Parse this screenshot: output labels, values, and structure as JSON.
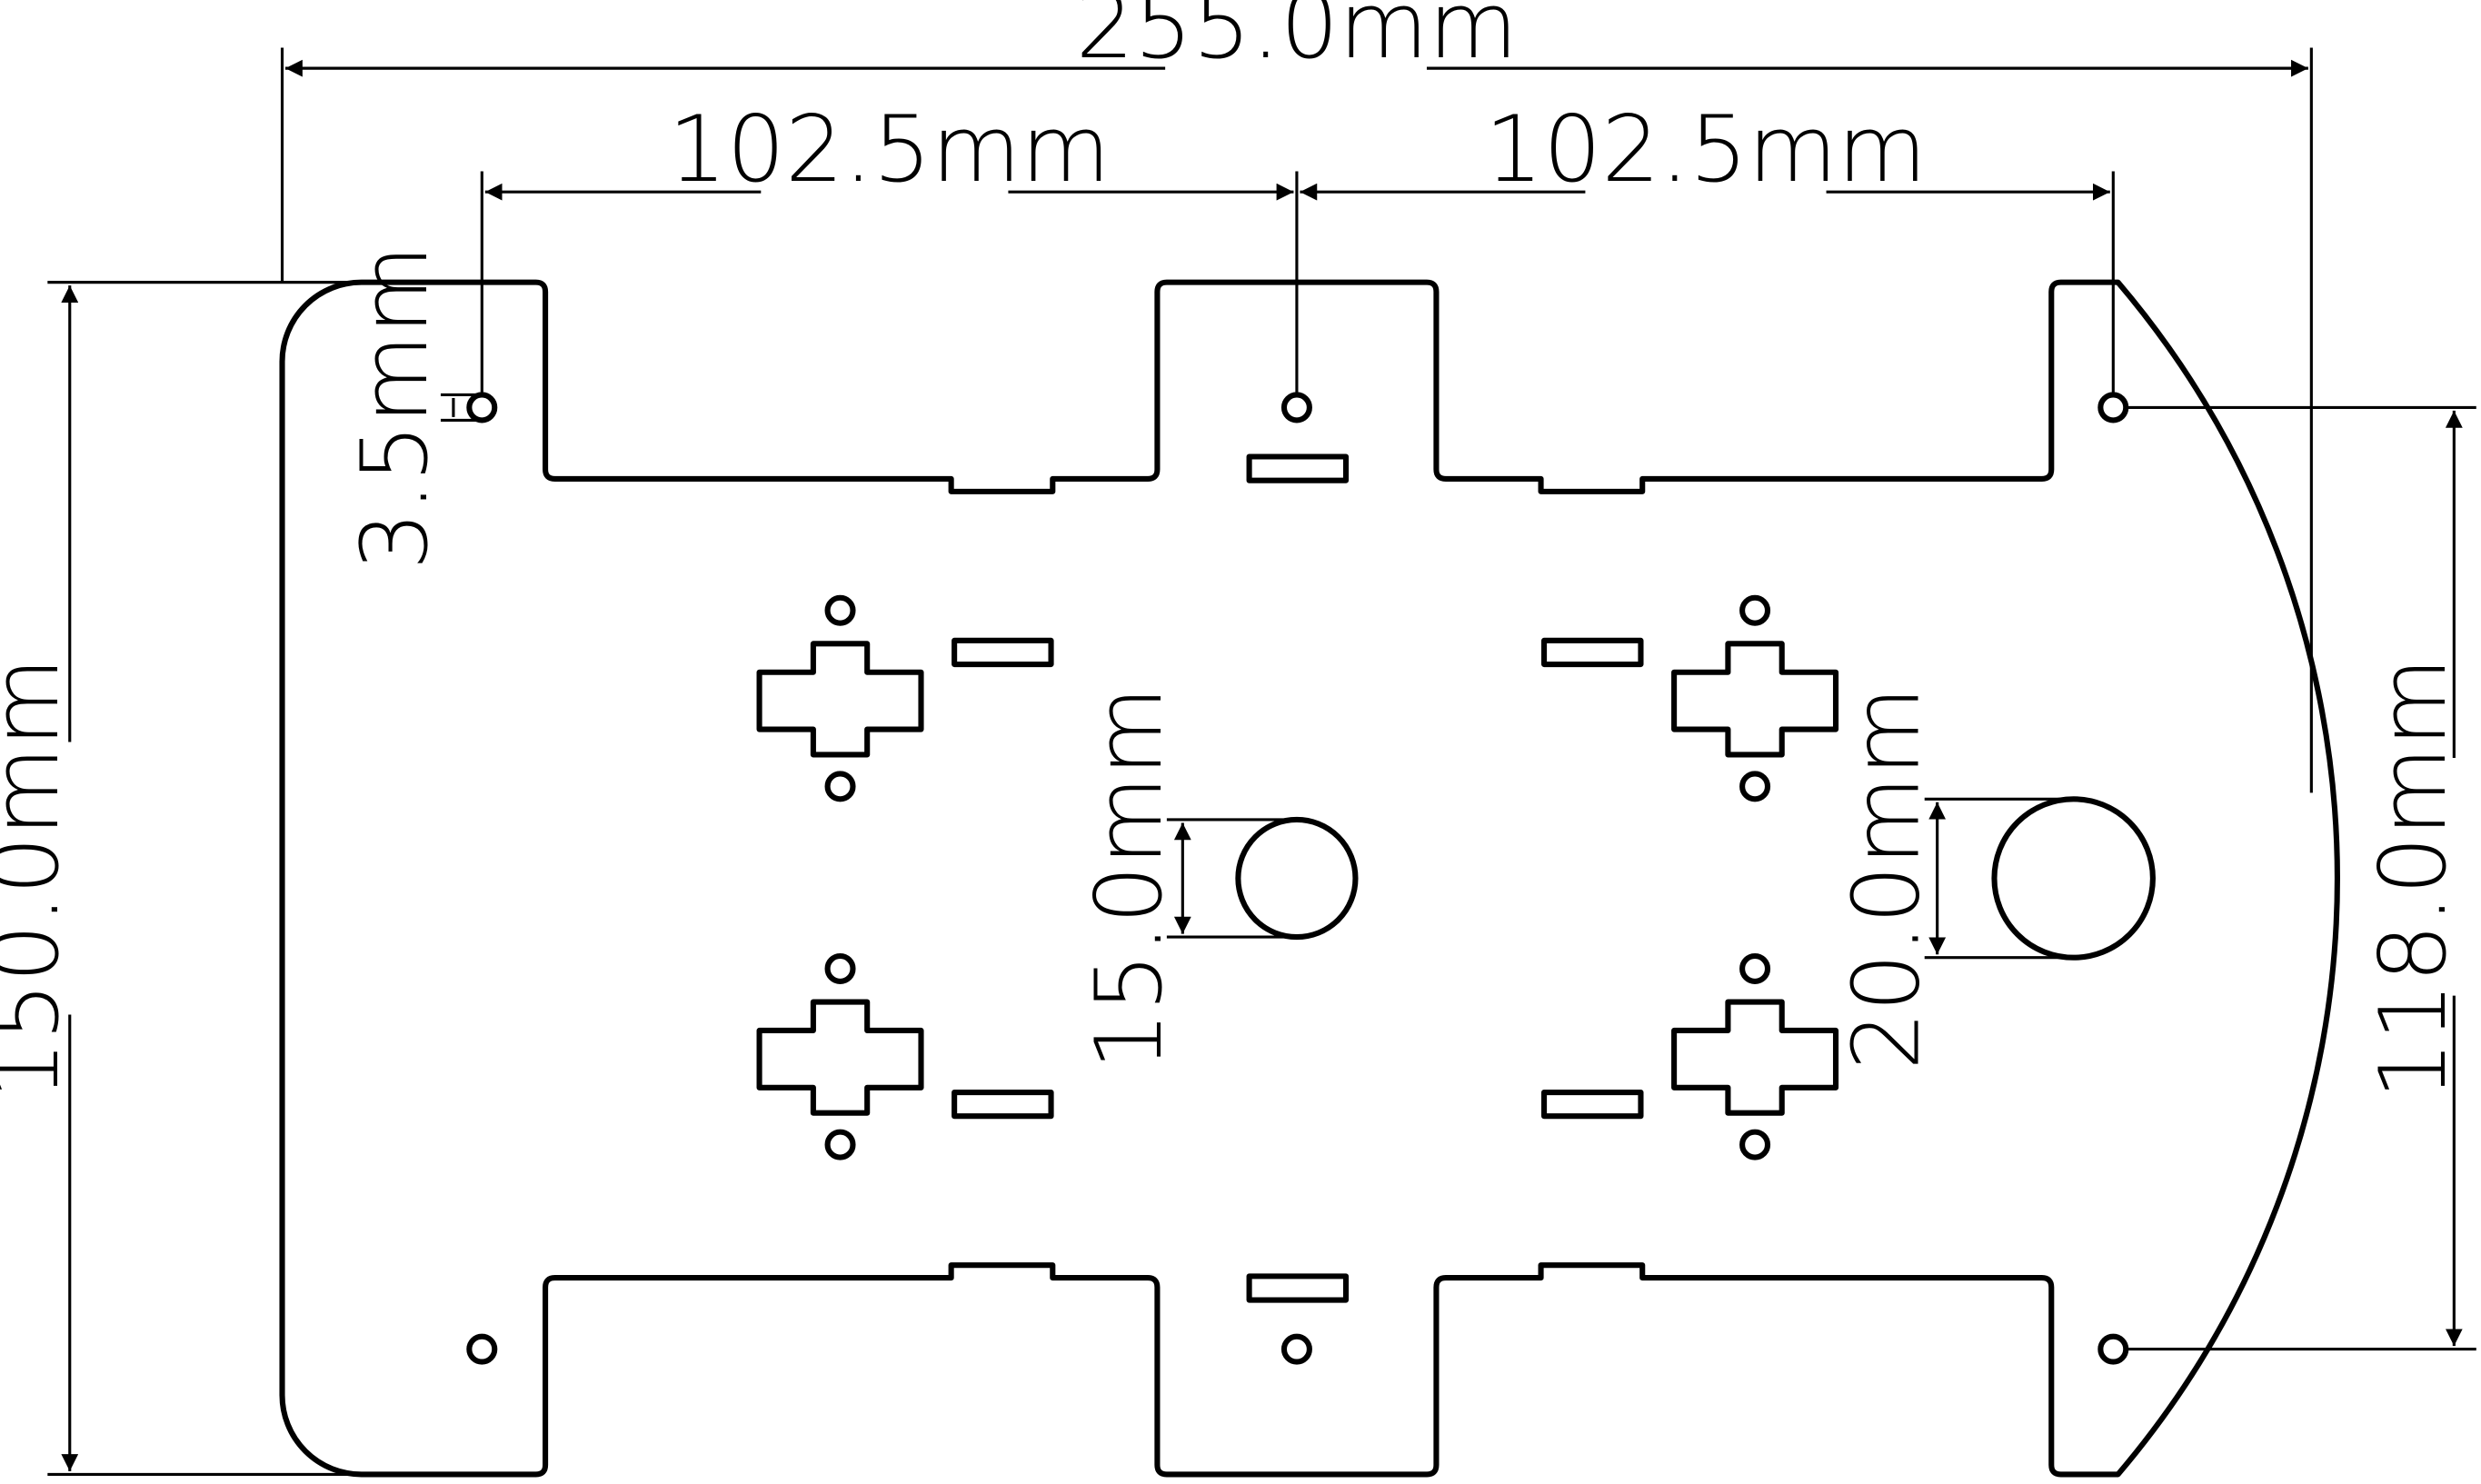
{
  "drawing": {
    "stroke_color": "#000000",
    "background_color": "#ffffff"
  },
  "dimensions": {
    "overall_width": "255.0mm",
    "left_hole_spacing": "102.5mm",
    "right_hole_spacing": "102.5mm",
    "overall_height": "150.0mm",
    "small_hole_diameter": "3.5mm",
    "center_hole_diameter": "15.0mm",
    "right_hole_diameter": "20.0mm",
    "right_hole_vertical_spacing": "118.0mm"
  }
}
